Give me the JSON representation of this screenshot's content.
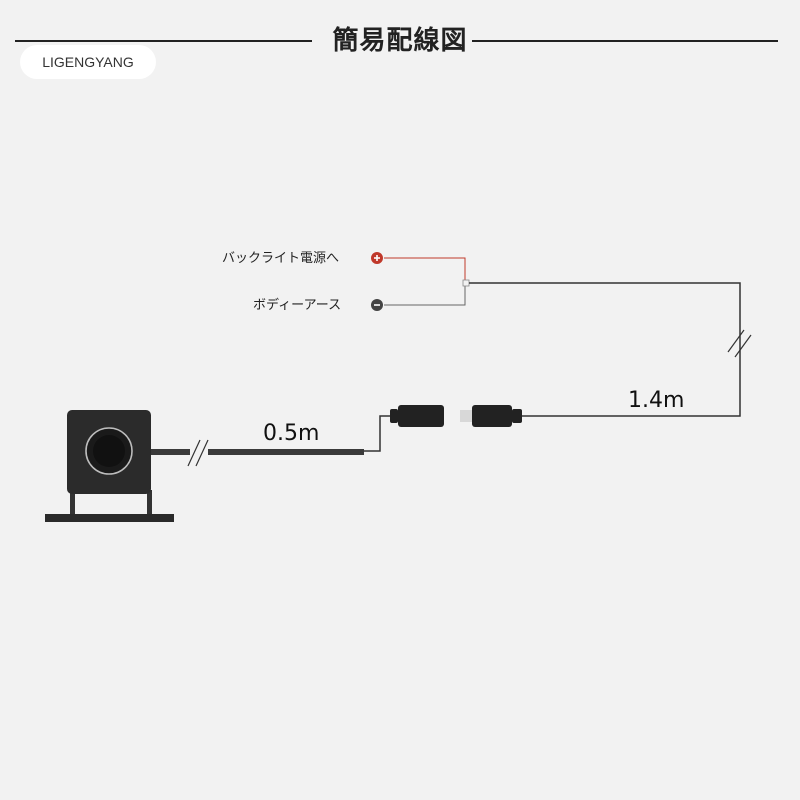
{
  "title": "簡易配線図",
  "brand": "LIGENGYANG",
  "wires": {
    "power_label": "バックライト電源へ",
    "ground_label": "ボディーアース",
    "power_symbol": "plus-icon",
    "ground_symbol": "minus-icon"
  },
  "cables": {
    "camera_cable_length": "0.5m",
    "extension_cable_length": "1.4m"
  },
  "colors": {
    "background": "#f2f2f2",
    "power_wire": "#c0392b",
    "ground_wire": "#555555",
    "cable": "#3a3a3a",
    "camera_body": "#2b2b2b"
  }
}
